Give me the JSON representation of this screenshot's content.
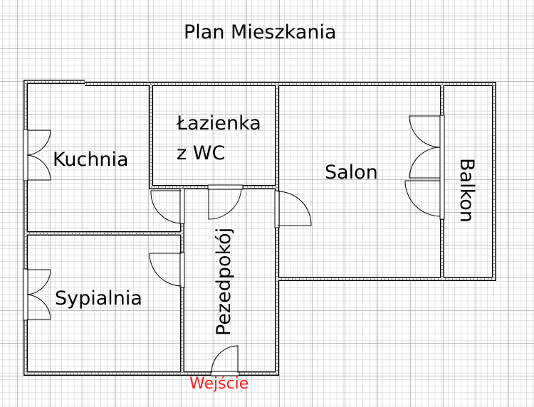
{
  "title": "Plan Mieszkania",
  "rooms": {
    "kitchen": "Kuchnia",
    "bathroom_line1": "Łazienka",
    "bathroom_line2": "z WC",
    "living_room": "Salon",
    "balcony": "Balkon",
    "bedroom": "Sypialnia",
    "hallway": "Pezedpokój"
  },
  "entrance": {
    "label": "Wejście",
    "color": "#ff1a1a"
  }
}
